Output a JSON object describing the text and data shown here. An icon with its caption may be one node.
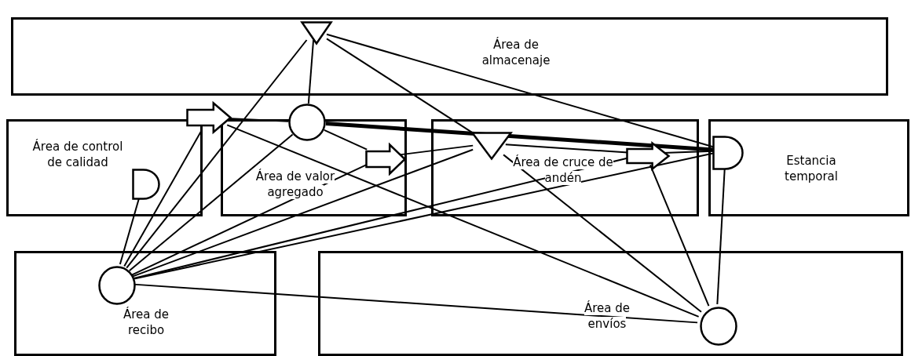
{
  "diagram": {
    "nodes": [
      {
        "text": [
          "Área de almacenaje"
        ]
      },
      {
        "text": [
          "Área de control de calidad"
        ]
      },
      {
        "text": [
          "Área de valor agregado"
        ]
      },
      {
        "text": [
          "Área de cruce de andén"
        ]
      },
      {
        "text": [
          "Estancia temporal"
        ]
      },
      {
        "text": [
          "Área de recibo"
        ]
      },
      {
        "text": [
          "Área de envíos"
        ]
      },
      {
        "text": [],
        "shape": "triangle",
        "in": 0
      },
      {
        "text": [],
        "shape": "arrow"
      },
      {
        "text": [],
        "shape": "circle"
      },
      {
        "text": [],
        "shape": "half-circle",
        "in": 1
      },
      {
        "text": [],
        "shape": "arrow",
        "in": 2
      },
      {
        "text": [],
        "shape": "triangle",
        "in": 3
      },
      {
        "text": [],
        "shape": "arrow",
        "in": 3
      },
      {
        "text": [],
        "shape": "half-circle",
        "in": 4
      },
      {
        "text": [],
        "shape": "circle",
        "in": 5
      },
      {
        "text": [],
        "shape": "circle",
        "in": 6
      }
    ],
    "edges": [
      {
        "from": 7,
        "to": 9,
        "arrow": "none"
      },
      {
        "from": 7,
        "to": 14,
        "arrow": "none"
      },
      {
        "from": 7,
        "to": 12,
        "arrow": "none"
      },
      {
        "from": 7,
        "to": 15,
        "arrow": "none"
      },
      {
        "from": 8,
        "to": 9,
        "arrow": "none"
      },
      {
        "from": 8,
        "to": 16,
        "arrow": "none"
      },
      {
        "from": 8,
        "to": 15,
        "arrow": "none"
      },
      {
        "from": 9,
        "to": 14,
        "arrow": "none",
        "style": "thick"
      },
      {
        "from": 9,
        "to": 11,
        "arrow": "none"
      },
      {
        "from": 9,
        "to": 15,
        "arrow": "none"
      },
      {
        "from": 11,
        "to": 12,
        "arrow": "none"
      },
      {
        "from": 12,
        "to": 13,
        "arrow": "none"
      },
      {
        "from": 12,
        "to": 16,
        "arrow": "none"
      },
      {
        "from": 13,
        "to": 14,
        "arrow": "none"
      },
      {
        "from": 13,
        "to": 16,
        "arrow": "none"
      },
      {
        "from": 14,
        "to": 16,
        "arrow": "none"
      },
      {
        "from": 15,
        "to": 10,
        "arrow": "none"
      },
      {
        "from": 15,
        "to": 11,
        "arrow": "none"
      },
      {
        "from": 15,
        "to": 12,
        "arrow": "none"
      },
      {
        "from": 15,
        "to": 13,
        "arrow": "none"
      },
      {
        "from": 15,
        "to": 14,
        "arrow": "none"
      },
      {
        "from": 15,
        "to": 16,
        "arrow": "none"
      }
    ]
  }
}
